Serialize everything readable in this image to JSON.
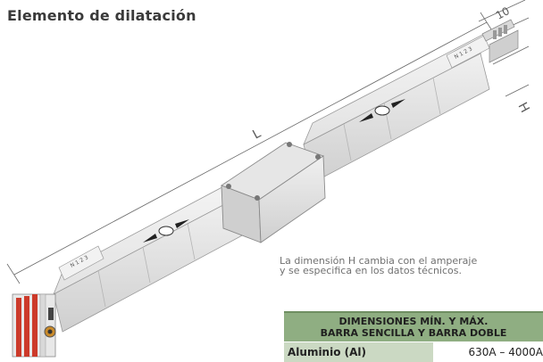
{
  "title": "Elemento de dilatación",
  "drawing": {
    "dim_length": "L",
    "dim_height": "H",
    "dim_offset": "10",
    "phase_label": "N 1 2 3"
  },
  "note": {
    "line1": "La dimensión H cambia con el amperaje",
    "line2": "y se especifica en los datos técnicos."
  },
  "table": {
    "header_line1": "DIMENSIONES MÍN. Y MÁX.",
    "header_line2": "BARRA SENCILLA Y BARRA DOBLE",
    "row_label": "Aluminio (Al)",
    "row_value": "630A – 4000A"
  },
  "colors": {
    "busbar": "#ebebeb",
    "connector_red": "#cc3a2a",
    "table_header": "#8fae82",
    "table_label": "#cbd9c3"
  }
}
